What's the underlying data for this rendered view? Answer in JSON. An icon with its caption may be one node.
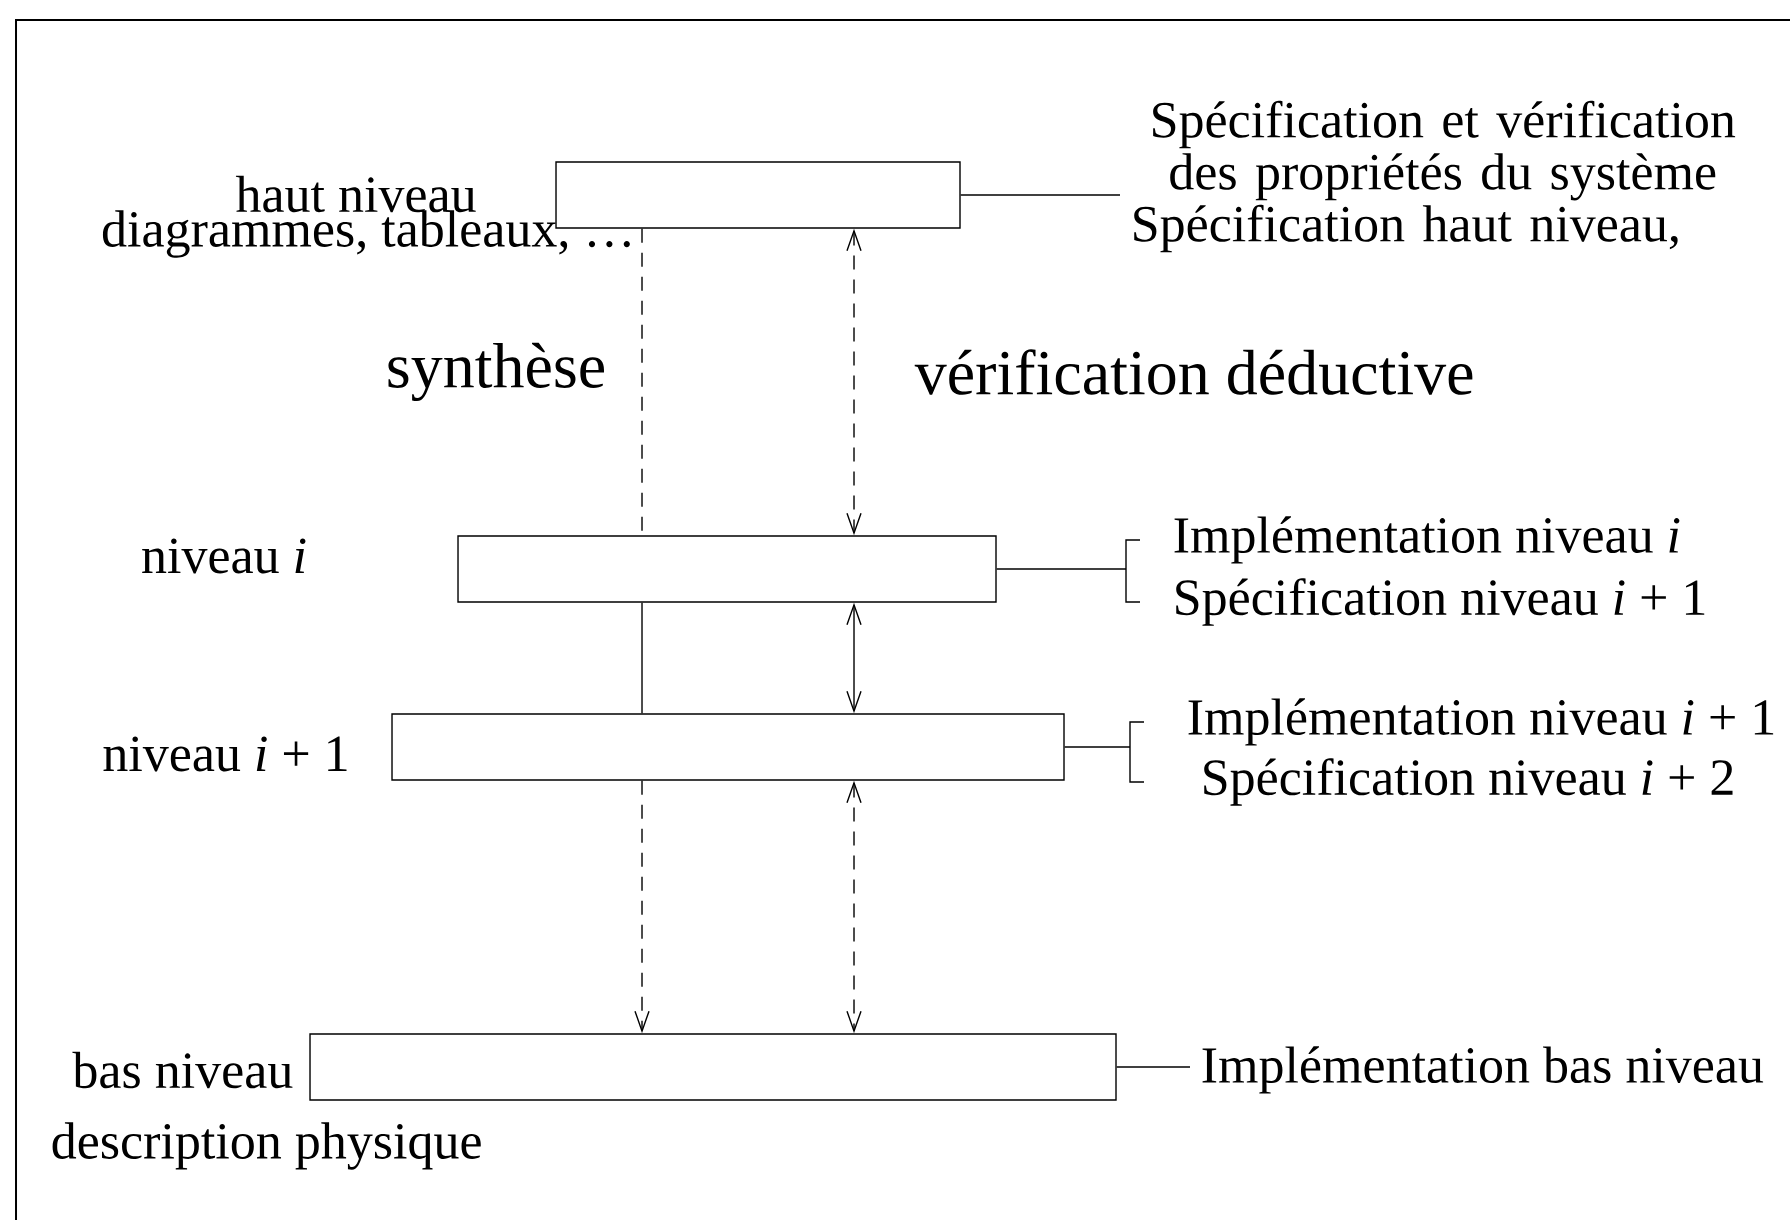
{
  "diagram": {
    "nodes": [
      {
        "text": [],
        "shape": "box",
        "beside": [
          "haut niveau",
          "diagrammes, tableaux, …"
        ]
      },
      {
        "text": [
          "Spécification et vérification des propriétés du système",
          "Spécification haut niveau,"
        ]
      },
      {
        "text": [],
        "shape": "box"
      },
      {
        "text": [
          "Implémentation niveau *i*"
        ]
      },
      {
        "text": [
          "Spécification niveau *i* + 1"
        ]
      },
      {
        "text": [],
        "shape": "box",
        "beside": [
          "niveau *i* + 1"
        ]
      },
      {
        "text": [
          "Implémentation niveau *i* + 1"
        ]
      },
      {
        "text": [
          "Spécification niveau *i* + 2"
        ]
      },
      {
        "text": [],
        "shape": "box",
        "beside": [
          "bas niveau",
          "description physique"
        ]
      },
      {
        "text": [
          "Implémentation bas niveau"
        ]
      }
    ],
    "edges": [
      {
        "from": 0,
        "to": 1,
        "arrow": "none"
      },
      {
        "from": 2,
        "to": 3,
        "arrow": "none"
      },
      {
        "from": 2,
        "to": 4,
        "arrow": "none"
      },
      {
        "from": 5,
        "to": 6,
        "arrow": "none"
      },
      {
        "from": 5,
        "to": 7,
        "arrow": "none"
      },
      {
        "from": 8,
        "to": 9,
        "arrow": "none"
      },
      {
        "from": 0,
        "to": 2,
        "arrow": "none",
        "style": "dashed"
      },
      {
        "from": 0,
        "to": 2,
        "arrow": "both",
        "style": "dashed"
      },
      {
        "from": 2,
        "to": 5,
        "arrow": "none"
      },
      {
        "from": 2,
        "to": 5,
        "arrow": "both"
      },
      {
        "from": 5,
        "to": 8,
        "arrow": "to",
        "style": "dashed"
      },
      {
        "from": 5,
        "to": 8,
        "arrow": "both",
        "style": "dashed"
      }
    ],
    "labels": [
      "synthèse",
      "vérification déductive",
      "niveau *i*"
    ]
  }
}
